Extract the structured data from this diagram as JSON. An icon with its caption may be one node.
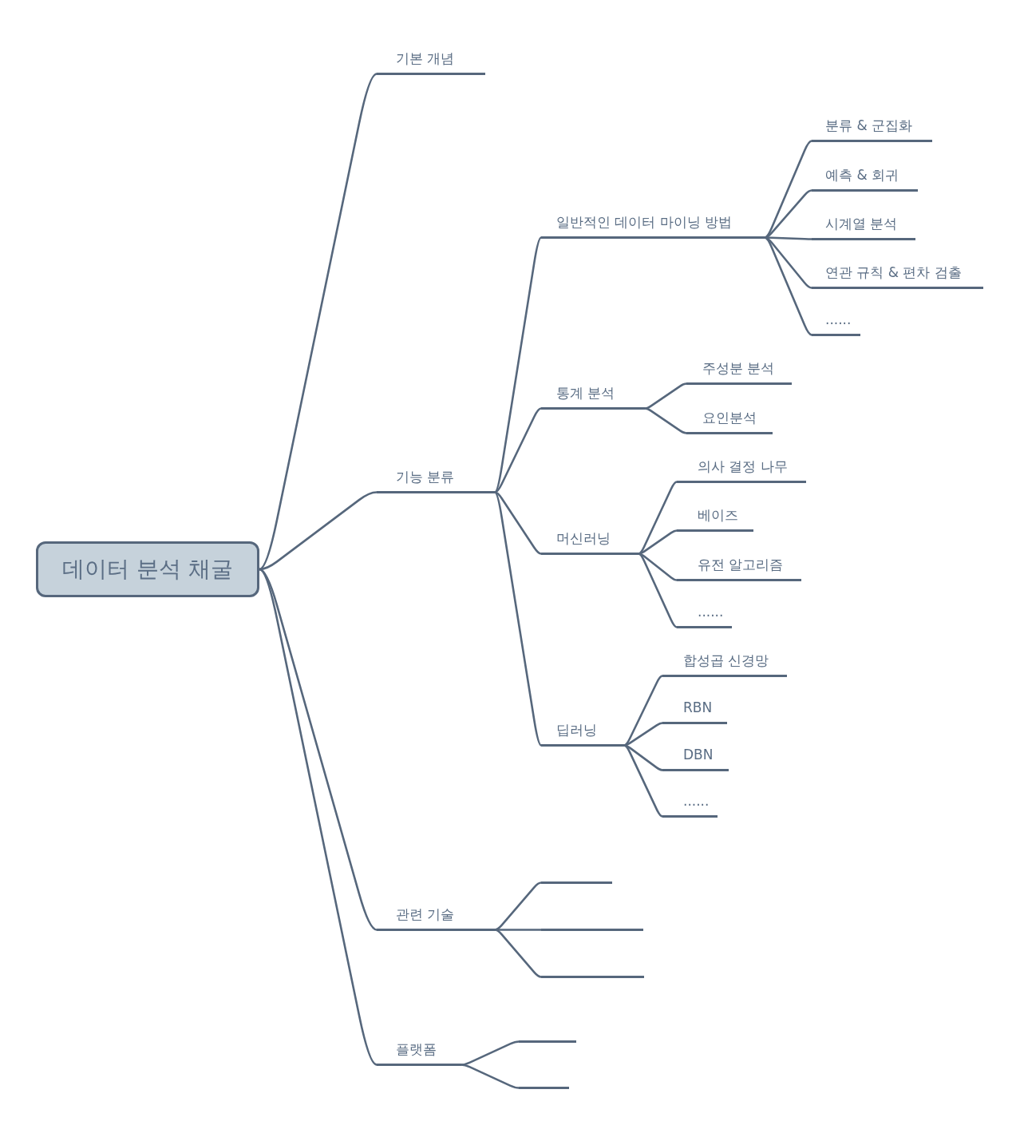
{
  "diagram": {
    "nodes": [
      {
        "text": [
          "데이터 분석 채굴"
        ]
      },
      {
        "text": [
          "기본 개념"
        ]
      },
      {
        "text": [
          "기능 분류"
        ]
      },
      {
        "text": [
          "일반적인 데이터 마이닝 방법"
        ]
      },
      {
        "text": [
          "분류 & 군집화"
        ]
      },
      {
        "text": [
          "예측 & 회귀"
        ]
      },
      {
        "text": [
          "시계열 분석"
        ]
      },
      {
        "text": [
          "연관 규칙 & 편차 검출"
        ]
      },
      {
        "text": [
          "......"
        ]
      },
      {
        "text": [
          "통계 분석"
        ]
      },
      {
        "text": [
          "주성분 분석"
        ]
      },
      {
        "text": [
          "요인분석"
        ]
      },
      {
        "text": [
          "머신러닝"
        ]
      },
      {
        "text": [
          "의사 결정 나무"
        ]
      },
      {
        "text": [
          "베이즈"
        ]
      },
      {
        "text": [
          "유전 알고리즘"
        ]
      },
      {
        "text": [
          "......"
        ]
      },
      {
        "text": [
          "딥러닝"
        ]
      },
      {
        "text": [
          "합성곱 신경망"
        ]
      },
      {
        "text": [
          "RBN"
        ]
      },
      {
        "text": [
          "DBN"
        ]
      },
      {
        "text": [
          "......"
        ]
      },
      {
        "text": [
          "관련 기술"
        ]
      },
      {
        "text": [],
        "shape": "line"
      },
      {
        "text": [],
        "shape": "line"
      },
      {
        "text": [],
        "shape": "line"
      },
      {
        "text": [
          "플랫폼"
        ]
      },
      {
        "text": [],
        "shape": "line"
      },
      {
        "text": [],
        "shape": "line"
      }
    ],
    "edges": [
      {
        "from": 0,
        "to": 1,
        "arrow": "none"
      },
      {
        "from": 0,
        "to": 2,
        "arrow": "none"
      },
      {
        "from": 0,
        "to": 22,
        "arrow": "none"
      },
      {
        "from": 0,
        "to": 26,
        "arrow": "none"
      },
      {
        "from": 2,
        "to": 3,
        "arrow": "none"
      },
      {
        "from": 2,
        "to": 9,
        "arrow": "none"
      },
      {
        "from": 2,
        "to": 12,
        "arrow": "none"
      },
      {
        "from": 2,
        "to": 17,
        "arrow": "none"
      },
      {
        "from": 3,
        "to": 4,
        "arrow": "none"
      },
      {
        "from": 3,
        "to": 5,
        "arrow": "none"
      },
      {
        "from": 3,
        "to": 6,
        "arrow": "none"
      },
      {
        "from": 3,
        "to": 7,
        "arrow": "none"
      },
      {
        "from": 3,
        "to": 8,
        "arrow": "none"
      },
      {
        "from": 9,
        "to": 10,
        "arrow": "none"
      },
      {
        "from": 9,
        "to": 11,
        "arrow": "none"
      },
      {
        "from": 12,
        "to": 13,
        "arrow": "none"
      },
      {
        "from": 12,
        "to": 14,
        "arrow": "none"
      },
      {
        "from": 12,
        "to": 15,
        "arrow": "none"
      },
      {
        "from": 12,
        "to": 16,
        "arrow": "none"
      },
      {
        "from": 17,
        "to": 18,
        "arrow": "none"
      },
      {
        "from": 17,
        "to": 19,
        "arrow": "none"
      },
      {
        "from": 17,
        "to": 20,
        "arrow": "none"
      },
      {
        "from": 17,
        "to": 21,
        "arrow": "none"
      },
      {
        "from": 22,
        "to": 23,
        "arrow": "none"
      },
      {
        "from": 22,
        "to": 24,
        "arrow": "none"
      },
      {
        "from": 22,
        "to": 25,
        "arrow": "none"
      },
      {
        "from": 26,
        "to": 27,
        "arrow": "none"
      },
      {
        "from": 26,
        "to": 28,
        "arrow": "none"
      }
    ]
  }
}
